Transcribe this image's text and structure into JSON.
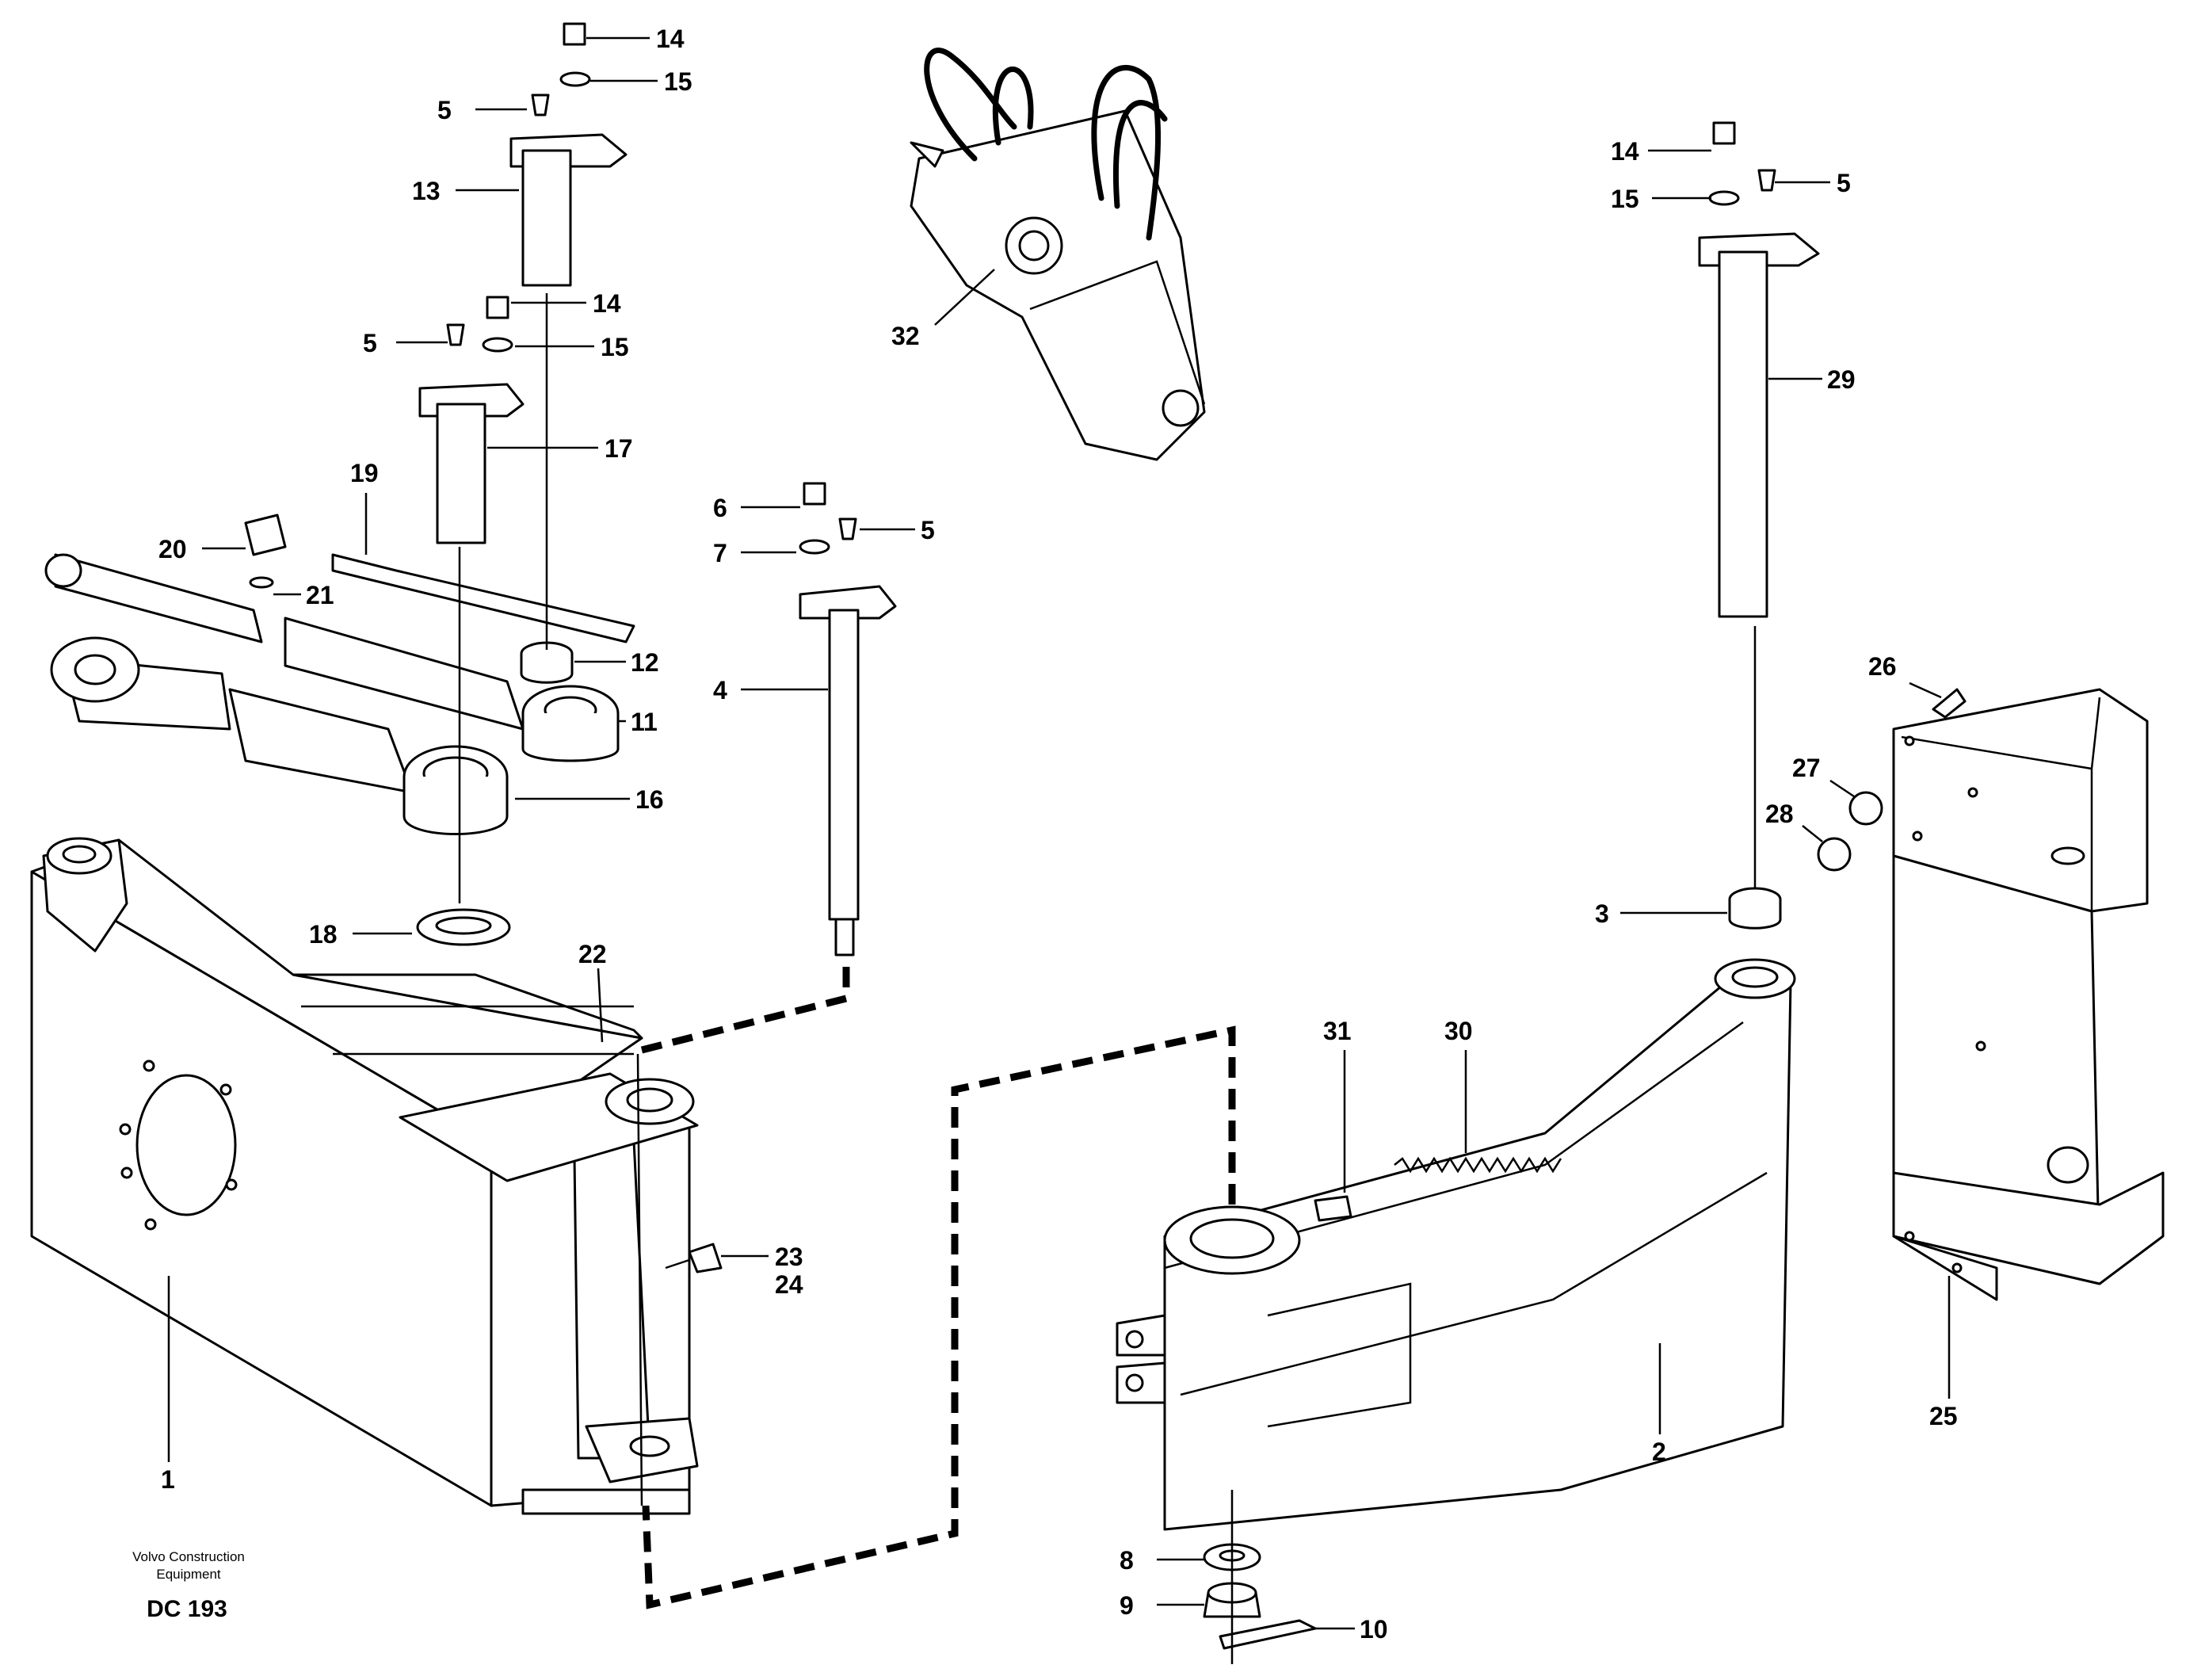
{
  "publisher": {
    "line1": "Volvo Construction",
    "line2": "Equipment",
    "code": "DC 193"
  },
  "callouts": [
    {
      "id": "c14a",
      "label": "14"
    },
    {
      "id": "c15a",
      "label": "15"
    },
    {
      "id": "c5a",
      "label": "5"
    },
    {
      "id": "c13",
      "label": "13"
    },
    {
      "id": "c14b",
      "label": "14"
    },
    {
      "id": "c5b",
      "label": "5"
    },
    {
      "id": "c15b",
      "label": "15"
    },
    {
      "id": "c17",
      "label": "17"
    },
    {
      "id": "c19",
      "label": "19"
    },
    {
      "id": "c20",
      "label": "20"
    },
    {
      "id": "c21",
      "label": "21"
    },
    {
      "id": "c12",
      "label": "12"
    },
    {
      "id": "c11",
      "label": "11"
    },
    {
      "id": "c16",
      "label": "16"
    },
    {
      "id": "c18",
      "label": "18"
    },
    {
      "id": "c22",
      "label": "22"
    },
    {
      "id": "c6",
      "label": "6"
    },
    {
      "id": "c5c",
      "label": "5"
    },
    {
      "id": "c7",
      "label": "7"
    },
    {
      "id": "c4",
      "label": "4"
    },
    {
      "id": "c32",
      "label": "32"
    },
    {
      "id": "c14c",
      "label": "14"
    },
    {
      "id": "c15c",
      "label": "15"
    },
    {
      "id": "c5d",
      "label": "5"
    },
    {
      "id": "c29",
      "label": "29"
    },
    {
      "id": "c26",
      "label": "26"
    },
    {
      "id": "c27",
      "label": "27"
    },
    {
      "id": "c28",
      "label": "28"
    },
    {
      "id": "c3",
      "label": "3"
    },
    {
      "id": "c31",
      "label": "31"
    },
    {
      "id": "c30",
      "label": "30"
    },
    {
      "id": "c23",
      "label": "23"
    },
    {
      "id": "c24",
      "label": "24"
    },
    {
      "id": "c1",
      "label": "1"
    },
    {
      "id": "c2",
      "label": "2"
    },
    {
      "id": "c25",
      "label": "25"
    },
    {
      "id": "c8",
      "label": "8"
    },
    {
      "id": "c9",
      "label": "9"
    },
    {
      "id": "c10",
      "label": "10"
    }
  ]
}
